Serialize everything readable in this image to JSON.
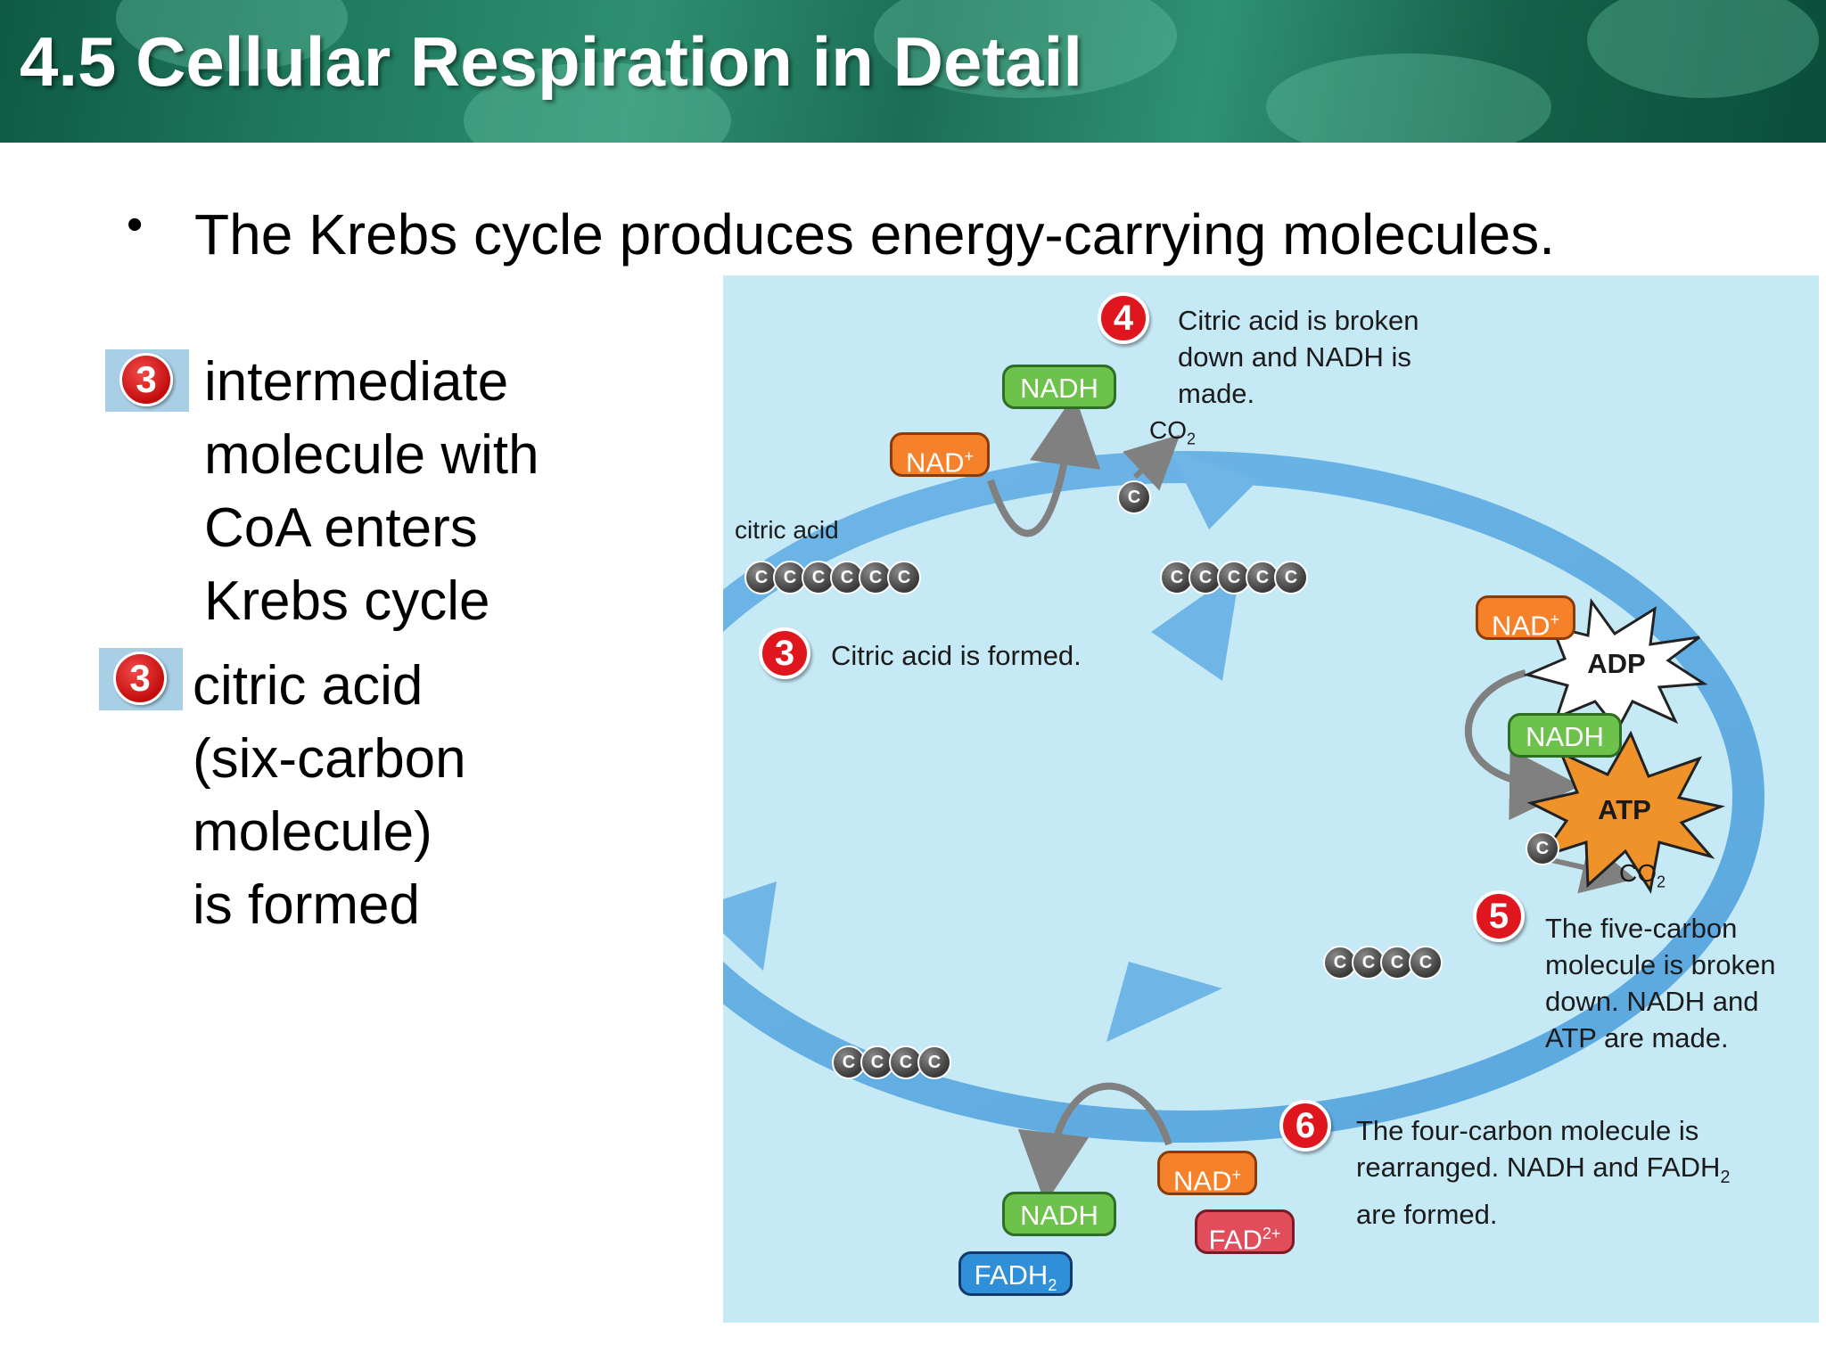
{
  "header": {
    "title": "4.5 Cellular Respiration in Detail"
  },
  "bullet": {
    "text": "The Krebs cycle produces energy-carrying molecules."
  },
  "sidebar": {
    "step1": {
      "number": "3",
      "lines": [
        "intermediate",
        "molecule with",
        "CoA enters",
        "Krebs cycle"
      ]
    },
    "step2": {
      "number": "3",
      "lines": [
        "citric acid",
        "(six-carbon",
        "molecule)",
        "is formed"
      ]
    }
  },
  "diagram": {
    "citric_acid_label": "citric acid",
    "carbon_label": "C",
    "steps": {
      "s3": {
        "number": "3",
        "text": "Citric acid is formed."
      },
      "s4": {
        "number": "4",
        "lines": [
          "Citric acid is broken",
          "down and NADH is",
          "made."
        ]
      },
      "s5": {
        "number": "5",
        "lines": [
          "The five-carbon",
          "molecule is broken",
          "down. NADH and",
          "ATP are made."
        ]
      },
      "s6": {
        "number": "6",
        "lines": [
          "The four-carbon molecule is",
          "rearranged. NADH and FADH",
          "are formed."
        ],
        "sub": "2"
      }
    },
    "molecules": {
      "nadh": "NADH",
      "nad": "NAD",
      "nad_sup": "+",
      "fad": "FAD",
      "fad_sup": "2+",
      "fadh": "FADH",
      "fadh_sub": "2",
      "co2": "CO",
      "co2_sub": "2",
      "adp": "ADP",
      "atp": "ATP"
    },
    "colors": {
      "cycle": "#6fb6e6",
      "nadh": "#6cc24a",
      "nad": "#f5822a",
      "fad": "#e14d5b",
      "fadh": "#2f8fd8",
      "atp": "#f0922a",
      "badge": "#e0161f"
    }
  }
}
